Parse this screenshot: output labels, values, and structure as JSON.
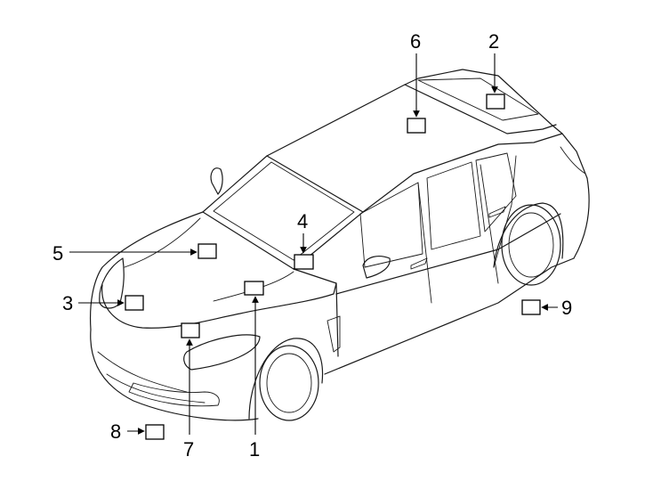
{
  "diagram": {
    "callouts": [
      {
        "id": "1",
        "text": "1"
      },
      {
        "id": "2",
        "text": "2"
      },
      {
        "id": "3",
        "text": "3"
      },
      {
        "id": "4",
        "text": "4"
      },
      {
        "id": "5",
        "text": "5"
      },
      {
        "id": "6",
        "text": "6"
      },
      {
        "id": "7",
        "text": "7"
      },
      {
        "id": "8",
        "text": "8"
      },
      {
        "id": "9",
        "text": "9"
      }
    ],
    "colors": {
      "line": "#1a1a1a",
      "background": "#ffffff"
    }
  }
}
